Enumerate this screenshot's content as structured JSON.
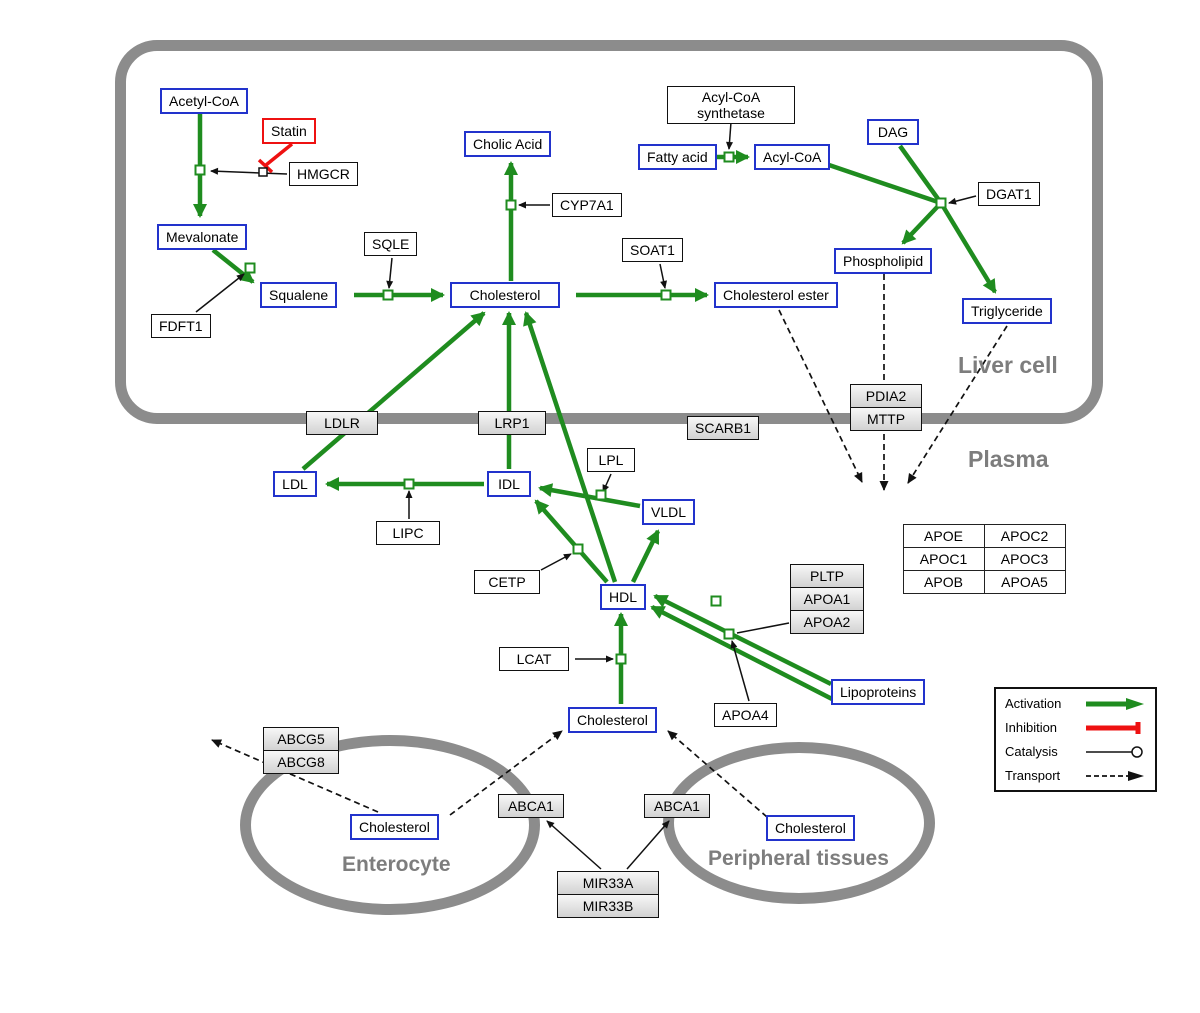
{
  "compartments": {
    "liver": "Liver cell",
    "plasma": "Plasma",
    "enterocyte": "Enterocyte",
    "peripheral": "Peripheral tissues"
  },
  "nodes": {
    "acetyl_coa": "Acetyl-CoA",
    "statin": "Statin",
    "hmgcr": "HMGCR",
    "mevalonate": "Mevalonate",
    "fdft1": "FDFT1",
    "squalene": "Squalene",
    "sqle": "SQLE",
    "cholic_acid": "Cholic Acid",
    "cyp7a1": "CYP7A1",
    "cholesterol": "Cholesterol",
    "soat1": "SOAT1",
    "cholesterol_ester": "Cholesterol ester",
    "acyl_coa_synthetase": "Acyl-CoA synthetase",
    "fatty_acid": "Fatty acid",
    "acyl_coa": "Acyl-CoA",
    "dag": "DAG",
    "dgat1": "DGAT1",
    "phospholipid": "Phospholipid",
    "triglyceride": "Triglyceride",
    "pdia2": "PDIA2",
    "mttp": "MTTP",
    "ldlr": "LDLR",
    "lrp1": "LRP1",
    "scarb1": "SCARB1",
    "ldl": "LDL",
    "idl": "IDL",
    "vldl": "VLDL",
    "lipc": "LIPC",
    "lpl": "LPL",
    "cetp": "CETP",
    "hdl": "HDL",
    "lcat": "LCAT",
    "pltp": "PLTP",
    "apoa1": "APOA1",
    "apoa2": "APOA2",
    "apoa4": "APOA4",
    "lipoproteins": "Lipoproteins",
    "cholesterol_plasma": "Cholesterol",
    "abcg5": "ABCG5",
    "abcg8": "ABCG8",
    "cholesterol_enterocyte": "Cholesterol",
    "abca1_left": "ABCA1",
    "abca1_right": "ABCA1",
    "cholesterol_peripheral": "Cholesterol",
    "mir33a": "MIR33A",
    "mir33b": "MIR33B"
  },
  "apo_table": {
    "rows": [
      [
        "APOE",
        "APOC2"
      ],
      [
        "APOC1",
        "APOC3"
      ],
      [
        "APOB",
        "APOA5"
      ]
    ]
  },
  "legend": {
    "activation": "Activation",
    "inhibition": "Inhibition",
    "catalysis": "Catalysis",
    "transport": "Transport"
  },
  "colors": {
    "activation_green": "#1f8c1f",
    "inhibition_red": "#ee1111",
    "metabolite_blue": "#2233cc",
    "compartment_gray": "#8c8c8c"
  }
}
